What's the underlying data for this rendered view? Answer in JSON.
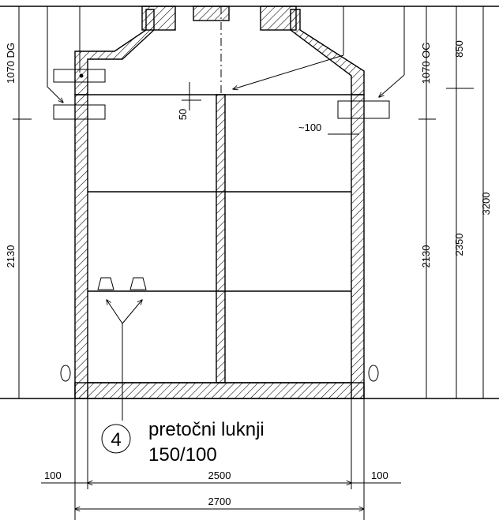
{
  "dimensions": {
    "left_top_height": "1070 DG",
    "left_lower_height": "2130",
    "right_upper_height": "1070 OG",
    "right_850": "850",
    "right_lower_2130": "2130",
    "right_2350": "2350",
    "right_total": "3200",
    "partition_gap": "50",
    "right_pipe_offset": "~100",
    "bottom_left_wall": "100",
    "bottom_inner": "2500",
    "bottom_right_wall": "100",
    "bottom_total": "2700"
  },
  "callout": {
    "number": "4",
    "label_line1": "pretočni luknji",
    "label_line2": "150/100"
  }
}
